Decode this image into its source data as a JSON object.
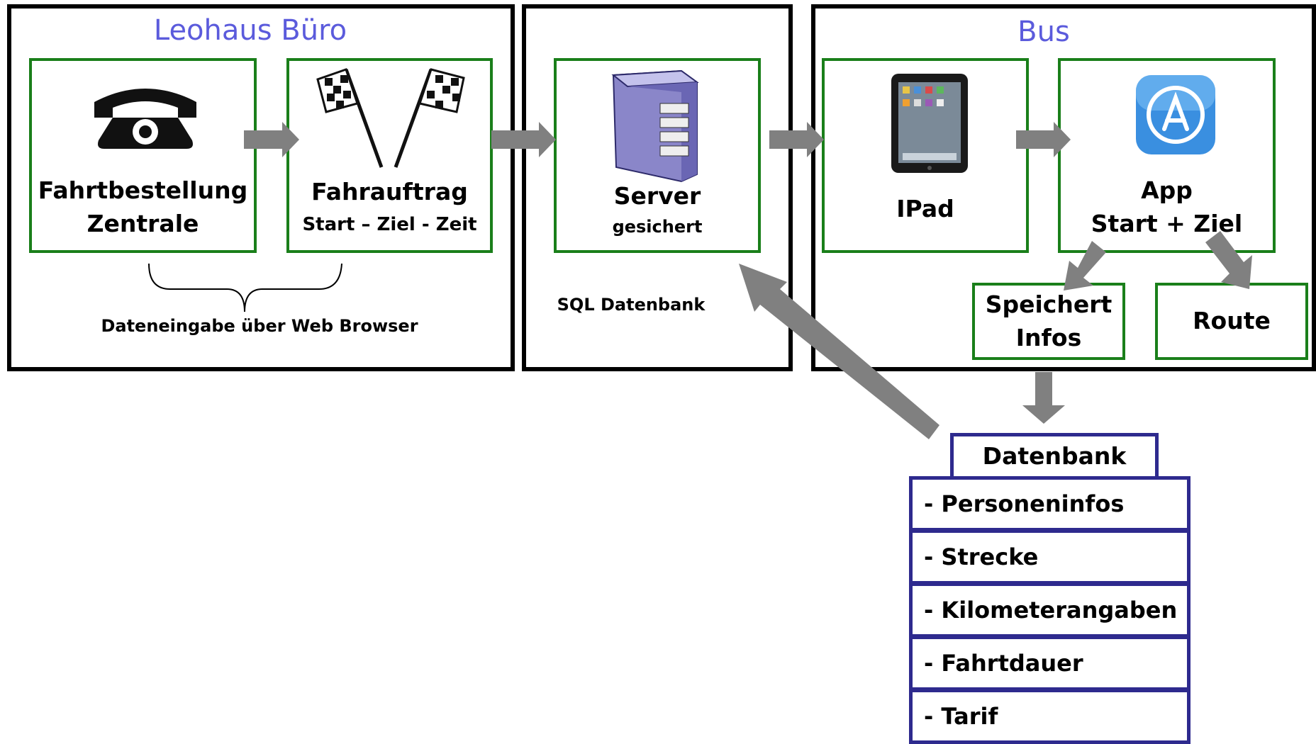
{
  "sections": {
    "office": {
      "title": "Leohaus Büro",
      "caption": "Dateneingabe über Web Browser"
    },
    "server": {
      "caption": "SQL Datenbank"
    },
    "bus": {
      "title": "Bus"
    }
  },
  "nodes": {
    "order": {
      "line1": "Fahrtbestellung",
      "line2": "Zentrale",
      "icon": "telephone-icon"
    },
    "trip": {
      "line1": "Fahrauftrag",
      "line2": "Start – Ziel - Zeit",
      "icon": "checkered-flags-icon"
    },
    "server": {
      "line1": "Server",
      "line2": "gesichert",
      "icon": "server-tower-icon"
    },
    "ipad": {
      "line1": "IPad",
      "icon": "tablet-icon"
    },
    "app": {
      "line1": "App",
      "line2": "Start + Ziel",
      "icon": "app-store-icon"
    },
    "store": {
      "line1": "Speichert",
      "line2": "Infos"
    },
    "route": {
      "line1": "Route"
    }
  },
  "database": {
    "title": "Datenbank",
    "items": [
      "- Personeninfos",
      "- Strecke",
      "- Kilometerangaben",
      "- Fahrtdauer",
      "- Tarif"
    ]
  },
  "colors": {
    "section_border": "#000000",
    "node_border": "#1a7f1a",
    "db_border": "#2e2a8e",
    "title": "#5b5bdc",
    "arrow": "#808080"
  }
}
